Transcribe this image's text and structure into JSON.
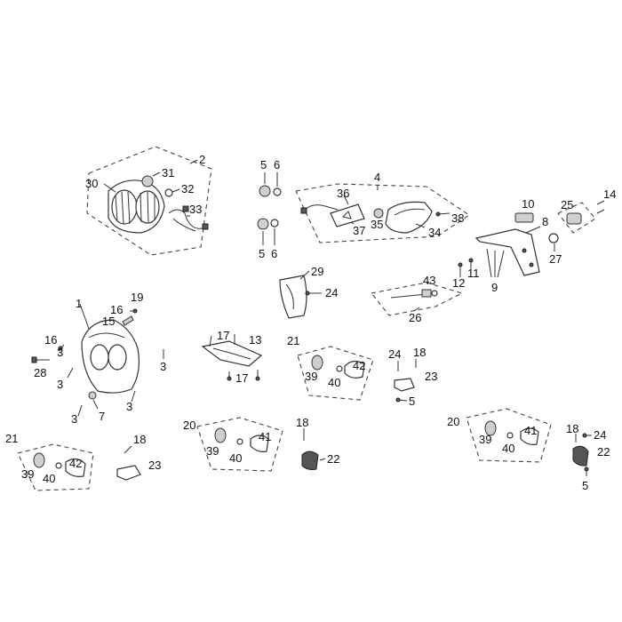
{
  "callouts": [
    "1",
    "2",
    "3",
    "4",
    "5",
    "6",
    "7",
    "8",
    "9",
    "10",
    "11",
    "12",
    "13",
    "14",
    "15",
    "16",
    "17",
    "18",
    "19",
    "20",
    "21",
    "22",
    "23",
    "24",
    "25",
    "26",
    "27",
    "28",
    "29",
    "30",
    "31",
    "32",
    "33",
    "34",
    "35",
    "36",
    "37",
    "38",
    "39",
    "40",
    "41",
    "42",
    "43"
  ]
}
